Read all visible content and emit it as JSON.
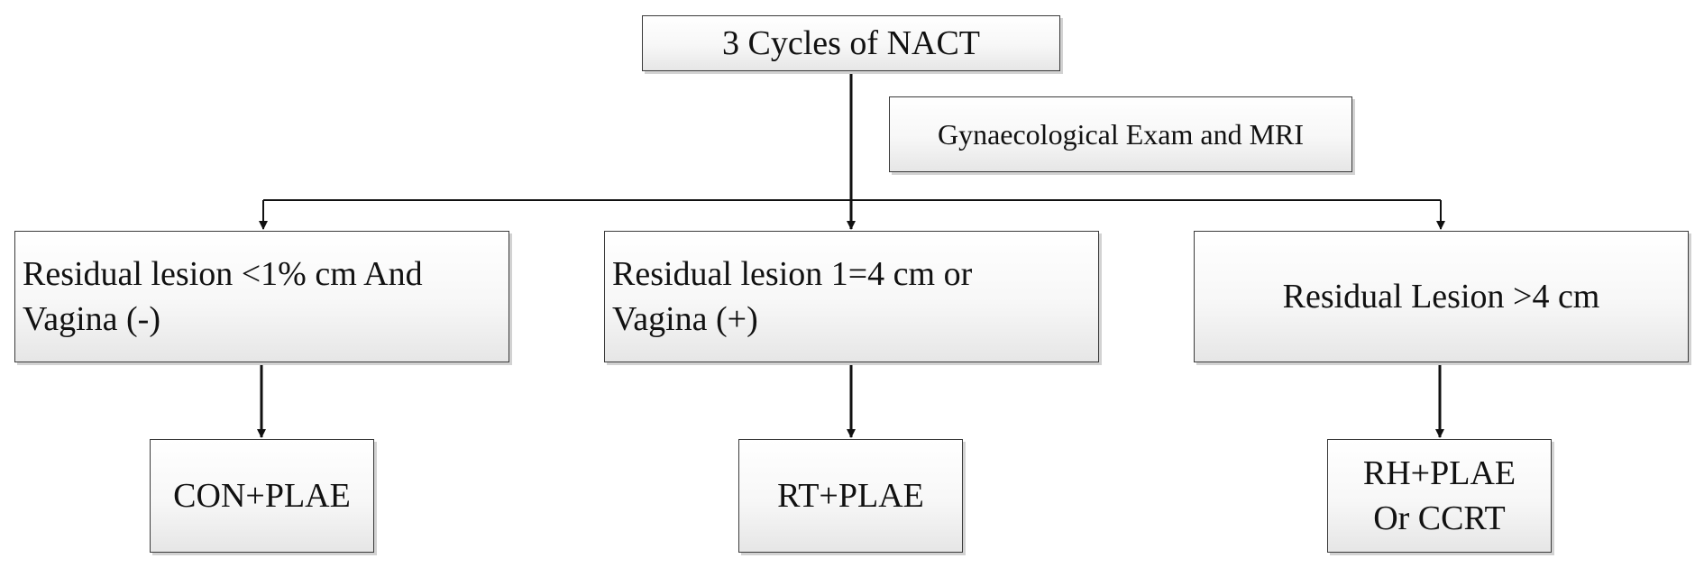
{
  "flowchart": {
    "start": {
      "label": "3 Cycles of NACT"
    },
    "assessment": {
      "label": "Gynaecological Exam and MRI"
    },
    "branches": [
      {
        "condition_line1": "Residual lesion <1% cm And",
        "condition_line2": "Vagina (-)",
        "treatment_line1": "CON+PLAE",
        "treatment_line2": ""
      },
      {
        "condition_line1": "Residual lesion 1=4 cm or",
        "condition_line2": "Vagina (+)",
        "treatment_line1": "RT+PLAE",
        "treatment_line2": ""
      },
      {
        "condition_line1": "Residual Lesion >4 cm",
        "condition_line2": "",
        "treatment_line1": "RH+PLAE",
        "treatment_line2": "Or CCRT"
      }
    ]
  }
}
